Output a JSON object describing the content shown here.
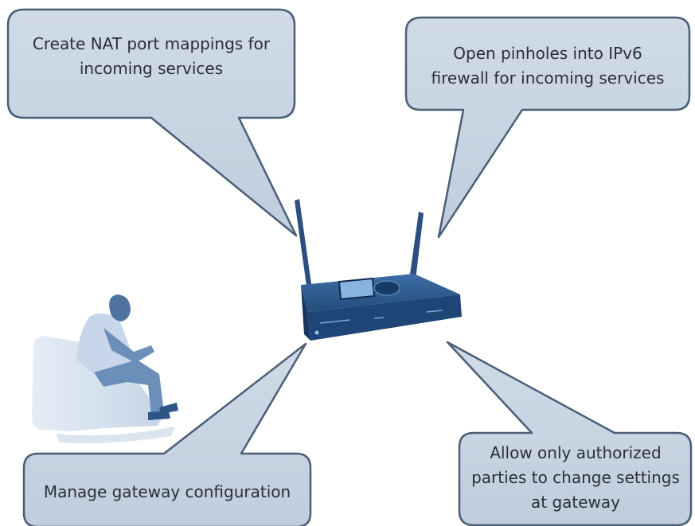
{
  "callouts": {
    "nat": "Create NAT port mappings for\nincoming services",
    "pinholes": "Open pinholes into IPv6\nfirewall for incoming services",
    "manage": "Manage gateway configuration",
    "authorize": "Allow only authorized\nparties to change settings\nat gateway"
  },
  "colors": {
    "bubble_fill": "#c6d3e1",
    "bubble_stroke": "#4a5e76",
    "router": "#2d5a8e",
    "person": "#9fb8d4"
  }
}
